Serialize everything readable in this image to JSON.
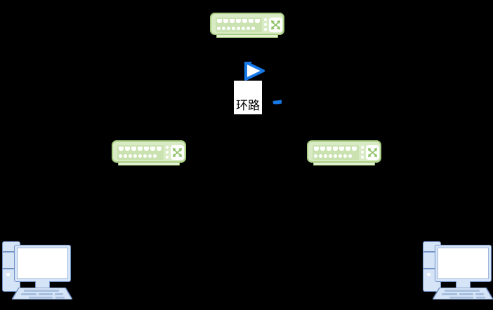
{
  "diagram": {
    "title": "network-loop-topology",
    "background_color": "#000000",
    "loop": {
      "label": "环路",
      "arrow_color": "#1779e8",
      "arrow_fill": "#ffffff",
      "label_bg": "#ffffff",
      "label_color": "#000000",
      "direction": "clockwise"
    },
    "switch_colors": {
      "body_fill": "#d9ebc4",
      "body_stroke": "#a8ce83",
      "panel_fill": "#c9e2b0",
      "base_fill": "#e4f0d4",
      "port_fill": "#ffffff",
      "badge_fill": "#ffffff",
      "badge_icon_color": "#8cc063"
    },
    "computer_colors": {
      "case_fill": "#d6e4f7",
      "case_stroke": "#7494c7",
      "screen_fill": "#ffffff"
    },
    "nodes": [
      {
        "id": "switch-top",
        "type": "switch",
        "icon": "network-switch-icon",
        "port_count": 16,
        "badge_icon": "four-way-arrow-icon"
      },
      {
        "id": "switch-left",
        "type": "switch",
        "icon": "network-switch-icon",
        "port_count": 16,
        "badge_icon": "four-way-arrow-icon"
      },
      {
        "id": "switch-right",
        "type": "switch",
        "icon": "network-switch-icon",
        "port_count": 16,
        "badge_icon": "four-way-arrow-icon"
      },
      {
        "id": "computer-left",
        "type": "computer",
        "icon": "desktop-computer-icon"
      },
      {
        "id": "computer-right",
        "type": "computer",
        "icon": "desktop-computer-icon"
      }
    ]
  }
}
